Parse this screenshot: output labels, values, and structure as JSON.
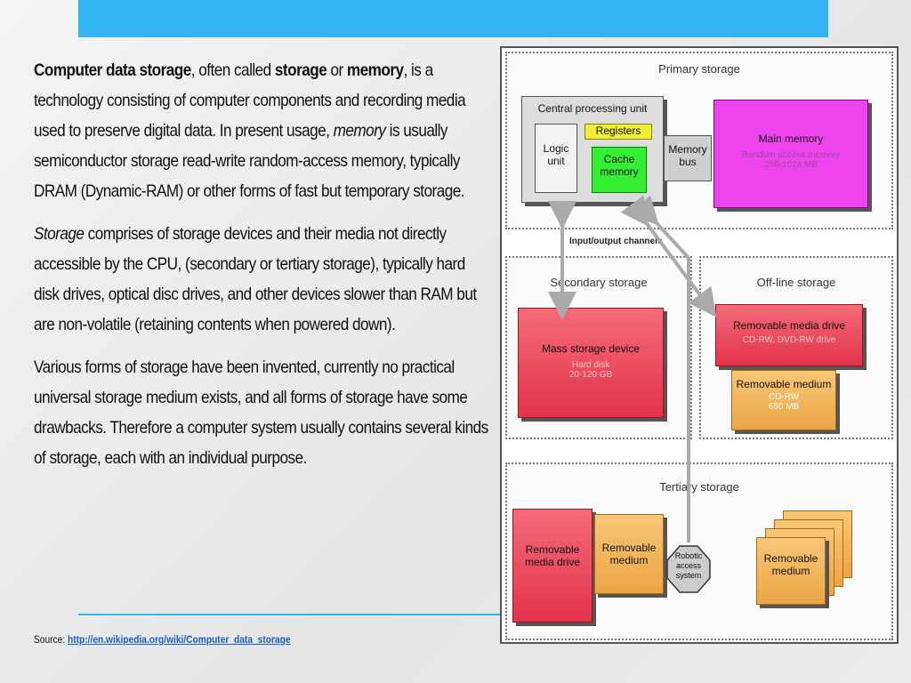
{
  "paragraphs": {
    "p1": {
      "t1_bold": "Computer data storage",
      "t2": ", often called ",
      "t3_bold": "storage",
      "t4": " or ",
      "t5_bold": "memory",
      "t6": ", is a technology consisting of computer components and recording media used to preserve digital data. In present usage, ",
      "t7_italic": "memory",
      "t8": " is usually semiconductor storage read-write random-access memory, typically DRAM (Dynamic-RAM) or other forms of fast but temporary storage."
    },
    "p2": {
      "t1_italic": "Storage",
      "t2": " comprises of storage devices and their media not directly accessible by the CPU, (secondary or tertiary storage), typically hard disk drives, optical disc drives, and other devices slower than RAM but are non-volatile (retaining contents when powered down)."
    },
    "p3": "Various forms of storage have been invented, currently no practical universal storage medium exists, and all forms of storage have some drawbacks. Therefore a computer system usually contains several kinds of storage, each with an individual purpose."
  },
  "source": {
    "label": "Source: ",
    "link": "http://en.wikipedia.org/wiki/Computer_data_storage"
  },
  "diagram": {
    "primary": {
      "title": "Primary storage",
      "cpu": "Central processing unit",
      "logic_unit": "Logic unit",
      "registers": "Registers",
      "cache": "Cache memory",
      "memory_bus": "Memory bus",
      "main_memory": "Main memory",
      "main_memory_sub1": "Random access memory",
      "main_memory_sub2": "256-1024 MB"
    },
    "io_channels": "Input/output channels",
    "secondary": {
      "title": "Secondary storage",
      "mass": "Mass storage device",
      "mass_sub1": "Hard disk",
      "mass_sub2": "20-120 GB"
    },
    "offline": {
      "title": "Off-line storage",
      "drive": "Removable media drive",
      "drive_sub": "CD-RW, DVD-RW drive",
      "medium": "Removable medium",
      "medium_sub1": "CD-RW",
      "medium_sub2": "650 MB"
    },
    "tertiary": {
      "title": "Tertiary storage",
      "drive": "Removable media drive",
      "medium": "Removable medium",
      "robotic": "Robotic access system",
      "medium_stack": "Removable medium"
    }
  },
  "colors": {
    "accent": "#33b5f5",
    "link": "#1a60c8"
  }
}
